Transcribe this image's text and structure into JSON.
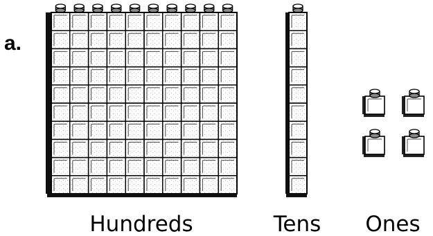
{
  "problem": {
    "part_label": "a."
  },
  "blocks": [
    {
      "caption": "Hundreds",
      "columns": 10,
      "rows": 10
    },
    {
      "caption": "Tens",
      "columns": 1,
      "rows": 10
    },
    {
      "caption": "Ones",
      "count": 4
    }
  ]
}
